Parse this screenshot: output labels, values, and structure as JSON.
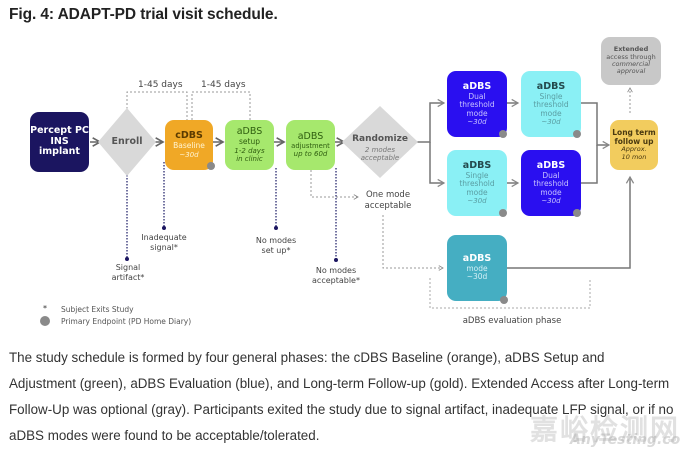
{
  "figure": {
    "title": "Fig. 4: ADAPT-PD trial visit schedule."
  },
  "nodes": {
    "implant": {
      "title": "Percept PC INS implant",
      "color": "#1b1560"
    },
    "enroll": {
      "title": "Enroll",
      "color": "#d9d9d9"
    },
    "cdbs": {
      "title": "cDBS",
      "line1": "Baseline",
      "line2": "~30d",
      "color": "#f0a826"
    },
    "setup": {
      "title": "aDBS",
      "line1": "setup",
      "line2": "1-2 days",
      "line3": "in clinic",
      "color": "#a6e86d"
    },
    "adjust": {
      "title": "aDBS",
      "line1": "adjustment",
      "line2": "up to 60d",
      "color": "#a6e86d"
    },
    "randomize": {
      "title": "Randomize",
      "line1": "2 modes",
      "line2": "acceptable",
      "color": "#d9d9d9"
    },
    "dual1": {
      "title": "aDBS",
      "line1": "Dual",
      "line2": "threshold",
      "line3": "mode",
      "line4": "~30d",
      "color": "#2a0ff0"
    },
    "single1": {
      "title": "aDBS",
      "line1": "Single",
      "line2": "threshold",
      "line3": "mode",
      "line4": "~30d",
      "color": "#8af0f5"
    },
    "single2": {
      "title": "aDBS",
      "line1": "Single",
      "line2": "threshold",
      "line3": "mode",
      "line4": "~30d",
      "color": "#8af0f5"
    },
    "dual2": {
      "title": "aDBS",
      "line1": "Dual",
      "line2": "threshold",
      "line3": "mode",
      "line4": "~30d",
      "color": "#2a0ff0"
    },
    "single_mode": {
      "title": "aDBS",
      "line1": "mode",
      "line2": "~30d",
      "color": "#45aec2"
    },
    "longterm": {
      "title1": "Long term",
      "title2": "follow up",
      "line1": "Approx.",
      "line2": "10 mon",
      "color": "#f2cc5e"
    },
    "extended": {
      "line1": "Extended",
      "line2": "access through",
      "line3": "commercial",
      "line4": "approval",
      "color": "#c8c8c8"
    }
  },
  "annotations": {
    "interval1": "1-45 days",
    "interval2": "1-45 days",
    "one_mode": "One mode acceptable",
    "evaluation_phase": "aDBS evaluation phase"
  },
  "exits": {
    "signal_artifact": "Signal artifact*",
    "inadequate_signal": "Inadequate signal*",
    "no_modes_setup": "No modes set up*",
    "no_modes_acceptable": "No modes acceptable*"
  },
  "legend": {
    "exit_symbol": "*",
    "exit_label": "Subject Exits Study",
    "endpoint_label": "Primary Endpoint (PD Home Diary)"
  },
  "caption": "The study schedule is formed by four general phases: the cDBS Baseline (orange), aDBS Setup and Adjustment (green), aDBS Evaluation (blue), and Long-term Follow-up (gold). Extended Access after Long-term Follow-Up was optional (gray). Participants exited the study due to signal artifact, inadequate LFP signal, or if no aDBS modes were found to be acceptable/tolerated.",
  "watermark": {
    "cn": "嘉峪检测网",
    "en": "AnyTesting.com"
  }
}
